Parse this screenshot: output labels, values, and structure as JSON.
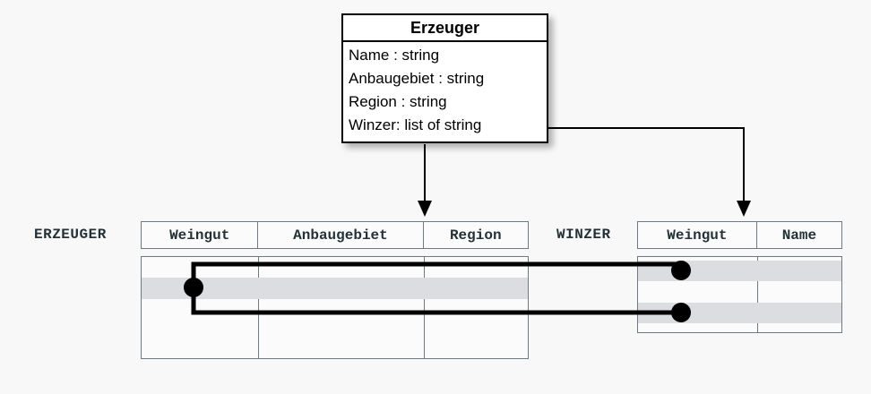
{
  "background_color": "#f8f8f8",
  "uml_class": {
    "name": "Erzeuger",
    "attributes": [
      "Name : string",
      "Anbaugebiet : string",
      "Region : string",
      "Winzer: list of string"
    ],
    "border_color": "#000000",
    "fill_color": "#ffffff"
  },
  "tables": {
    "erzeuger": {
      "label": "ERZEUGER",
      "columns": [
        "Weingut",
        "Anbaugebiet",
        "Region"
      ],
      "row_count": 4,
      "highlighted_rows": [
        2
      ],
      "rows": [
        [
          "",
          "",
          ""
        ],
        [
          "",
          "",
          ""
        ],
        [
          "",
          "",
          ""
        ],
        [
          "",
          "",
          ""
        ]
      ]
    },
    "winzer": {
      "label": "WINZER",
      "columns": [
        "Weingut",
        "Name"
      ],
      "row_count": 3,
      "highlighted_rows": [
        1,
        3
      ],
      "rows": [
        [
          "",
          ""
        ],
        [
          "",
          ""
        ],
        [
          "",
          ""
        ]
      ]
    }
  },
  "connectors": [
    {
      "name": "erzeuger-mapping-arrow",
      "from": "Erzeuger class box (bottom)",
      "to": "ERZEUGER table header",
      "style": "straight-down-arrow"
    },
    {
      "name": "winzer-mapping-arrow",
      "from": "Winzer: list of string attribute",
      "to": "WINZER table Weingut column",
      "style": "elbow-arrow"
    }
  ],
  "relationship_links": [
    {
      "name": "erzeuger-to-winzer-row1",
      "from_row": "ERZEUGER row 2",
      "to_row": "WINZER row 1"
    },
    {
      "name": "erzeuger-to-winzer-row3",
      "from_row": "ERZEUGER row 2",
      "to_row": "WINZER row 3"
    }
  ],
  "colors": {
    "table_border": "#6d7b80",
    "row_highlight": "#dcdde1",
    "link_stroke": "#000000",
    "label_text": "#243238"
  }
}
